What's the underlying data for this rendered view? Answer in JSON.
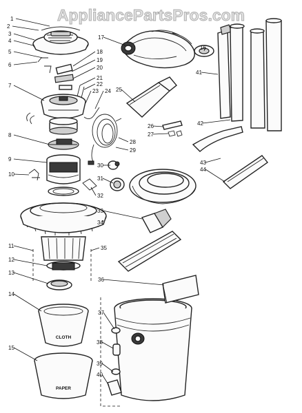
{
  "watermark": "AppliancePartsPros.com",
  "part_numbers": [
    "1",
    "2",
    "3",
    "4",
    "5",
    "6",
    "7",
    "8",
    "9",
    "10",
    "11",
    "12",
    "13",
    "14",
    "15",
    "16",
    "17",
    "18",
    "19",
    "20",
    "21",
    "22",
    "23",
    "24",
    "25",
    "26",
    "27",
    "28",
    "29",
    "30",
    "31",
    "32",
    "33",
    "34",
    "35",
    "36",
    "37",
    "38",
    "39",
    "40",
    "41",
    "42",
    "43",
    "44"
  ],
  "bag_labels": {
    "cloth": "CLOTH",
    "paper": "PAPER"
  }
}
